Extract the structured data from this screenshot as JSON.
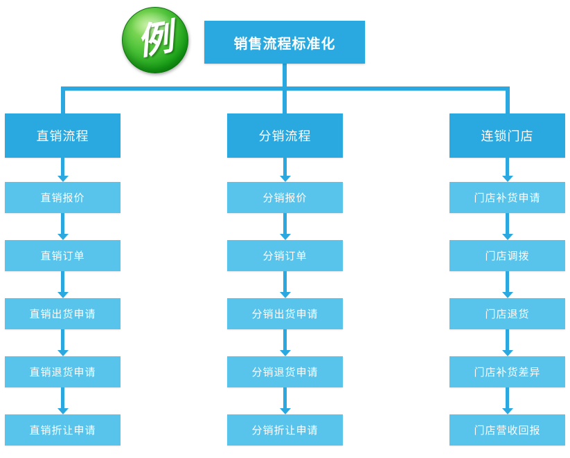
{
  "badge": {
    "label": "例"
  },
  "title": "销售流程标准化",
  "colors": {
    "header_blue": "#29a9e0",
    "child_blue": "#58c4ec",
    "connector_blue": "#2aa8df",
    "badge_green": "#17a017"
  },
  "columns": [
    {
      "header": "直销流程",
      "items": [
        "直销报价",
        "直销订单",
        "直销出货申请",
        "直销退货申请",
        "直销折让申请"
      ]
    },
    {
      "header": "分销流程",
      "items": [
        "分销报价",
        "分销订单",
        "分销出货申请",
        "分销退货申请",
        "分销折让申请"
      ]
    },
    {
      "header": "连锁门店",
      "items": [
        "门店补货申请",
        "门店调拨",
        "门店退货",
        "门店补货差异",
        "门店营收回报"
      ]
    }
  ]
}
